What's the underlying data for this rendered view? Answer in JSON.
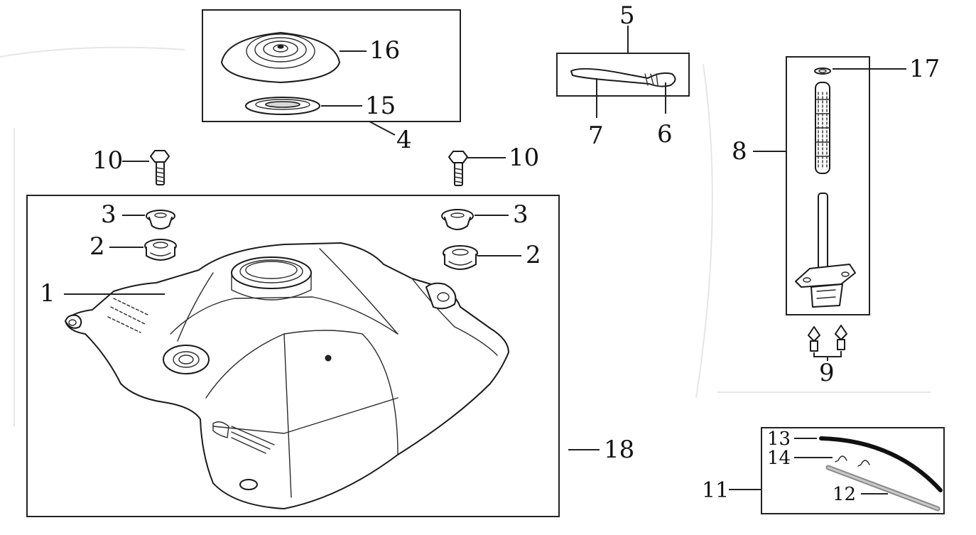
{
  "diagram": {
    "callouts": {
      "tank": "1",
      "grommet_left": "2",
      "grommet_right": "2",
      "collar_left": "3",
      "collar_right": "3",
      "cap_assy": "4",
      "clip_assy": "5",
      "clip_hose": "6",
      "clip_wire": "7",
      "fuel_cock": "8",
      "cock_screws": "9",
      "bolt_left": "10",
      "bolt_right": "10",
      "hose_assy": "11",
      "hose_lower": "12",
      "hose_upper": "13",
      "hose_clips": "14",
      "cap_gasket": "15",
      "cap": "16",
      "cock_oring": "17",
      "tank_assy": "18"
    }
  }
}
